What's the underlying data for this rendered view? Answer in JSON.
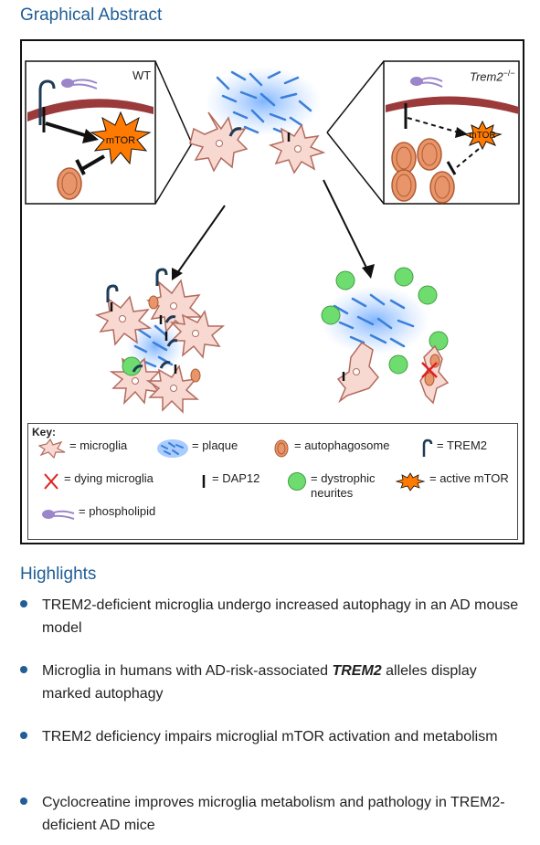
{
  "graphical_abstract": {
    "title": "Graphical Abstract",
    "wt_label": "WT",
    "ko_label": "Trem2",
    "ko_superscript": "−/−",
    "mtor_wt": "mTOR",
    "mtor_ko": "mTOR",
    "colors": {
      "trem2": "#1f3b56",
      "dap12": "#111111",
      "microglia_fill": "#f7d9d2",
      "microglia_stroke": "#b36b5e",
      "plaque": "#3a7fd9",
      "autophagosome": "#e8956b",
      "mtor": "#ff7a00",
      "neurite": "#6fdc6f",
      "phospholipid": "#9b86c9",
      "membrane": "#9a3a3a",
      "dying": "#e02020"
    },
    "key": {
      "title": "Key:",
      "items": [
        {
          "icon": "microglia-icon",
          "label": "= microglia"
        },
        {
          "icon": "plaque-icon",
          "label": "= plaque"
        },
        {
          "icon": "autophagosome-icon",
          "label": "= autophagosome"
        },
        {
          "icon": "trem2-icon",
          "label": "= TREM2"
        },
        {
          "icon": "dying-microglia-icon",
          "label": "= dying microglia"
        },
        {
          "icon": "dap12-icon",
          "label": "= DAP12"
        },
        {
          "icon": "dystrophic-neurites-icon",
          "label": "= dystrophic",
          "label2": "neurites"
        },
        {
          "icon": "active-mtor-icon",
          "label": "= active mTOR"
        },
        {
          "icon": "phospholipid-icon",
          "label": "= phospholipid"
        }
      ]
    }
  },
  "highlights": {
    "title": "Highlights",
    "items": [
      {
        "text": "TREM2-deficient microglia undergo increased autophagy in an AD mouse model"
      },
      {
        "pre": "Microglia in humans with AD-risk-associated ",
        "em": "TREM2",
        "post": " alleles display marked autophagy"
      },
      {
        "text": "TREM2 deficiency impairs microglial mTOR activation and metabolism"
      },
      {
        "text": "Cyclocreatine improves microglia metabolism and pathology in TREM2-deficient AD mice"
      }
    ]
  }
}
